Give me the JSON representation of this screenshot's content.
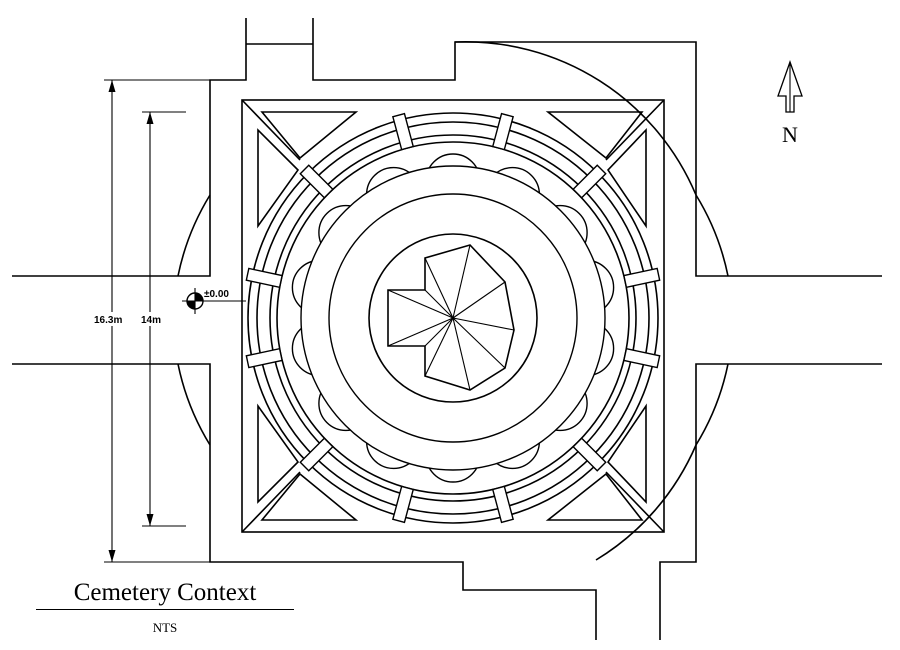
{
  "drawing": {
    "title": "Cemetery Context",
    "scale_note": "NTS",
    "north_label": "N",
    "level_marker": "±0.00",
    "dimension_outer": "16.3m",
    "dimension_inner": "14m"
  },
  "icons": {
    "north_arrow": "north-arrow-icon",
    "level_datum": "level-datum-icon"
  },
  "colors": {
    "linework": "#000000",
    "background": "#ffffff"
  }
}
